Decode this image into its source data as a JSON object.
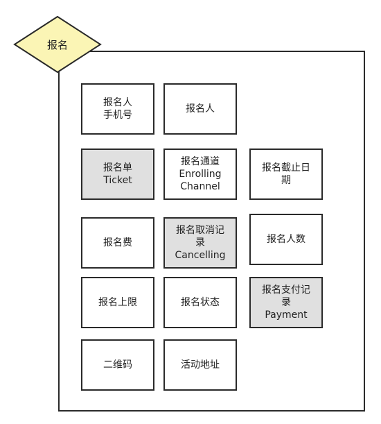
{
  "diagram": {
    "title": "报名",
    "colors": {
      "diamond_fill": "#fbf5b5",
      "stroke": "#2a2a2a",
      "shaded_fill": "#e0e0e0",
      "plain_fill": "#ffffff"
    },
    "boxes": [
      {
        "id": "signup-phone",
        "lines": [
          "报名人",
          "手机号"
        ],
        "shaded": false
      },
      {
        "id": "signup-person",
        "lines": [
          "报名人"
        ],
        "shaded": false
      },
      {
        "id": "signup-ticket",
        "lines": [
          "报名单",
          "Ticket"
        ],
        "shaded": true
      },
      {
        "id": "enrolling-channel",
        "lines": [
          "报名通道",
          "Enrolling",
          "Channel"
        ],
        "shaded": false
      },
      {
        "id": "signup-deadline",
        "lines": [
          "报名截止日",
          "期"
        ],
        "shaded": false
      },
      {
        "id": "signup-fee",
        "lines": [
          "报名费"
        ],
        "shaded": false
      },
      {
        "id": "cancelling-record",
        "lines": [
          "报名取消记",
          "录",
          "Cancelling"
        ],
        "shaded": true
      },
      {
        "id": "signup-count",
        "lines": [
          "报名人数"
        ],
        "shaded": false
      },
      {
        "id": "signup-limit",
        "lines": [
          "报名上限"
        ],
        "shaded": false
      },
      {
        "id": "signup-status",
        "lines": [
          "报名状态"
        ],
        "shaded": false
      },
      {
        "id": "payment-record",
        "lines": [
          "报名支付记",
          "录",
          "Payment"
        ],
        "shaded": true
      },
      {
        "id": "qr-code",
        "lines": [
          "二维码"
        ],
        "shaded": false
      },
      {
        "id": "event-address",
        "lines": [
          "活动地址"
        ],
        "shaded": false
      }
    ]
  }
}
